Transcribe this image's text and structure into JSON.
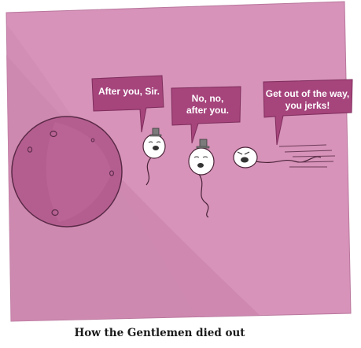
{
  "speech_bubbles": [
    {
      "id": "bubble-1",
      "text": "After you, Sir."
    },
    {
      "id": "bubble-2",
      "text": "No, no,\nafter you."
    },
    {
      "id": "bubble-3",
      "text": "Get out of the way,\nyou jerks!"
    }
  ],
  "caption": "How the Gentlemen died out",
  "colors": {
    "panel_bg": "#d793b9",
    "panel_shade": "#c982ab",
    "bubble_fill": "#a6447c",
    "egg_fill": "#b45e90",
    "outline": "#5b2a47"
  },
  "icons": [
    "egg-cell",
    "gentleman-sperm-1",
    "gentleman-sperm-2",
    "jerk-sperm",
    "top-hat-icon"
  ]
}
